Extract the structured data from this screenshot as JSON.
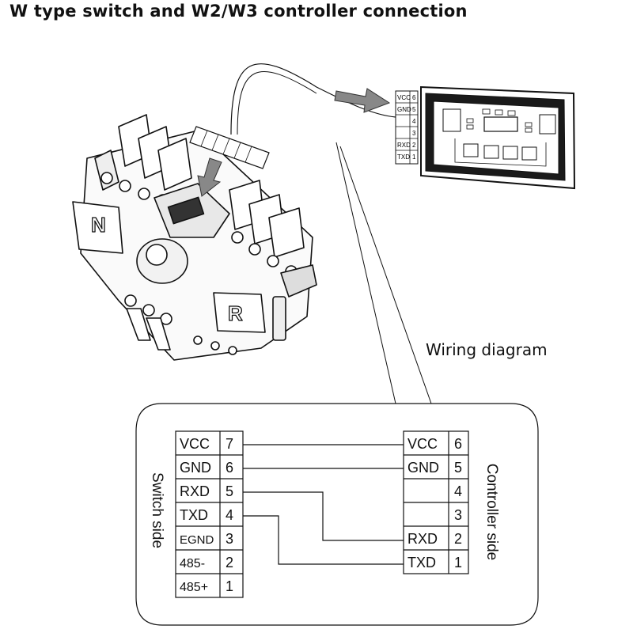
{
  "title": "W type switch and W2/W3 controller connection",
  "wiring_label": "Wiring diagram",
  "switch": {
    "side_label": "Switch side",
    "pins": [
      {
        "signal": "VCC",
        "pin": "7"
      },
      {
        "signal": "GND",
        "pin": "6"
      },
      {
        "signal": "RXD",
        "pin": "5"
      },
      {
        "signal": "TXD",
        "pin": "4"
      },
      {
        "signal": "EGND",
        "pin": "3"
      },
      {
        "signal": "485-",
        "pin": "2"
      },
      {
        "signal": "485+",
        "pin": "1"
      }
    ],
    "body_letters": {
      "n": "N",
      "r": "R"
    }
  },
  "controller": {
    "side_label": "Controller side",
    "pins": [
      {
        "signal": "VCC",
        "pin": "6"
      },
      {
        "signal": "GND",
        "pin": "5"
      },
      {
        "signal": "",
        "pin": "4"
      },
      {
        "signal": "",
        "pin": "3"
      },
      {
        "signal": "RXD",
        "pin": "2"
      },
      {
        "signal": "TXD",
        "pin": "1"
      }
    ]
  },
  "connections": [
    {
      "from": "VCC 7",
      "to": "VCC 6"
    },
    {
      "from": "GND 6",
      "to": "GND 5"
    },
    {
      "from": "RXD 5",
      "to": "RXD 2"
    },
    {
      "from": "TXD 4",
      "to": "TXD 1"
    }
  ]
}
